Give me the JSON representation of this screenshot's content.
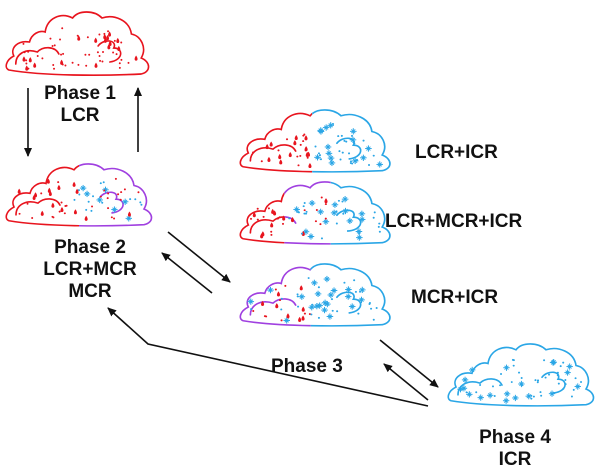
{
  "colors": {
    "lcr": "#e8141e",
    "icr": "#2aa6e6",
    "mcr": "#a040e0",
    "arrow": "#111111"
  },
  "phases": [
    {
      "id": "phase1",
      "title": "Phase 1",
      "lines": [
        "LCR"
      ],
      "cloud": "lcr"
    },
    {
      "id": "phase2",
      "title": "Phase 2",
      "lines": [
        "LCR+MCR",
        "MCR"
      ],
      "cloud": "lcr-mcr"
    },
    {
      "id": "phase3",
      "title": "Phase 3",
      "substates": [
        "LCR+ICR",
        "LCR+MCR+ICR",
        "MCR+ICR"
      ]
    },
    {
      "id": "phase4",
      "title": "Phase 4",
      "lines": [
        "ICR"
      ],
      "cloud": "icr"
    }
  ],
  "icons": {
    "lcr_particle": "red-droplet",
    "icr_particle": "blue-ice-crystal"
  }
}
